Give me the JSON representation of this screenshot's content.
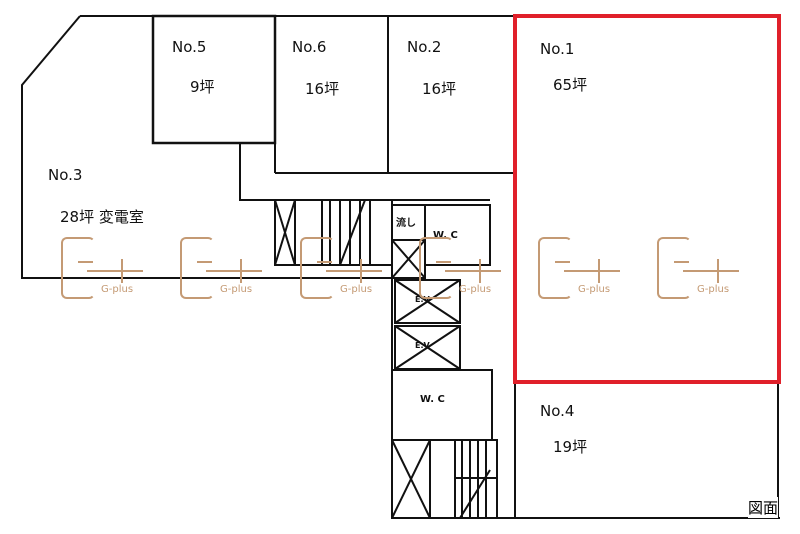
{
  "units": [
    {
      "id": "no5",
      "name": "No.5",
      "area": "9坪"
    },
    {
      "id": "no6",
      "name": "No.6",
      "area": "16坪"
    },
    {
      "id": "no2",
      "name": "No.2",
      "area": "16坪"
    },
    {
      "id": "no1",
      "name": "No.1",
      "area": "65坪"
    },
    {
      "id": "no3",
      "name": "No.3",
      "area": "28坪 変電室"
    },
    {
      "id": "no4",
      "name": "No.4",
      "area": "19坪"
    }
  ],
  "facilities": {
    "sink": "流し",
    "wc_upper": "W. C",
    "ev1": "E.V",
    "ev2": "E.V",
    "wc_lower": "W. C"
  },
  "watermark": "G-plus",
  "caption": "図面",
  "highlight_color": "#e0202a",
  "watermark_color": "#c49a74"
}
